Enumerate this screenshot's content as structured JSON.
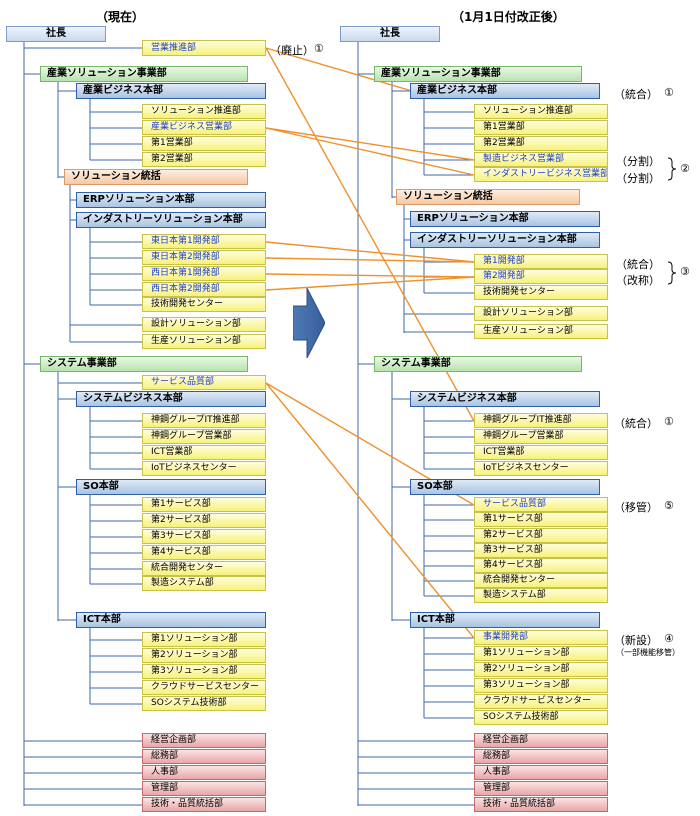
{
  "headers": {
    "current": "（現在）",
    "after": "（1月1日付改正後）"
  },
  "left": {
    "president": "社長",
    "sales_promo": "営業推進部",
    "abolish_note": "（廃止）",
    "abolish_num": "①",
    "div1": "産業ソリューション事業部",
    "ib_hq": "産業ビジネス本部",
    "ib_depts": [
      "ソリューション推進部",
      "産業ビジネス営業部",
      "第1営業部",
      "第2営業部"
    ],
    "sol_toukatsu": "ソリューション統括",
    "erp_hq": "ERPソリューション本部",
    "ind_hq": "インダストリーソリューション本部",
    "ind_depts": [
      "東日本第1開発部",
      "東日本第2開発部",
      "西日本第1開発部",
      "西日本第2開発部",
      "技術開発センター"
    ],
    "design_sol": "設計ソリューション部",
    "prod_sol": "生産ソリューション部",
    "div2": "システム事業部",
    "service_q": "サービス品質部",
    "sb_hq": "システムビジネス本部",
    "sb_depts": [
      "神鋼グループIT推進部",
      "神鋼グループ営業部",
      "ICT営業部",
      "IoTビジネスセンター"
    ],
    "so_hq": "SO本部",
    "so_depts": [
      "第1サービス部",
      "第2サービス部",
      "第3サービス部",
      "第4サービス部",
      "統合開発センター",
      "製造システム部"
    ],
    "ict_hq": "ICT本部",
    "ict_depts": [
      "第1ソリューション部",
      "第2ソリューション部",
      "第3ソリューション部",
      "クラウドサービスセンター",
      "SOシステム技術部"
    ],
    "staff": [
      "経営企画部",
      "総務部",
      "人事部",
      "管理部",
      "技術・品質統括部"
    ]
  },
  "right": {
    "president": "社長",
    "div1": "産業ソリューション事業部",
    "ib_hq": "産業ビジネス本部",
    "ib_depts": [
      "ソリューション推進部",
      "第1営業部",
      "第2営業部",
      "製造ビジネス営業部",
      "インダストリービジネス営業部"
    ],
    "sol_toukatsu": "ソリューション統括",
    "erp_hq": "ERPソリューション本部",
    "ind_hq": "インダストリーソリューション本部",
    "ind_depts": [
      "第1開発部",
      "第2開発部",
      "技術開発センター"
    ],
    "design_sol": "設計ソリューション部",
    "prod_sol": "生産ソリューション部",
    "div2": "システム事業部",
    "sb_hq": "システムビジネス本部",
    "sb_depts": [
      "神鋼グループIT推進部",
      "神鋼グループ営業部",
      "ICT営業部",
      "IoTビジネスセンター"
    ],
    "so_hq": "SO本部",
    "so_depts": [
      "サービス品質部",
      "第1サービス部",
      "第2サービス部",
      "第3サービス部",
      "第4サービス部",
      "統合開発センター",
      "製造システム部"
    ],
    "ict_hq": "ICT本部",
    "ict_depts": [
      "事業開発部",
      "第1ソリューション部",
      "第2ソリューション部",
      "第3ソリューション部",
      "クラウドサービスセンター",
      "SOシステム技術部"
    ],
    "staff": [
      "経営企画部",
      "総務部",
      "人事部",
      "管理部",
      "技術・品質統括部"
    ]
  },
  "notes": {
    "merge1": "（統合）",
    "merge1_num": "①",
    "split_a": "（分割）",
    "split_b": "（分割）",
    "split_num": "②",
    "merge3": "（統合）",
    "rename3": "（改称）",
    "num3": "③",
    "merge_sb": "（統合）",
    "merge_sb_num": "①",
    "transfer": "（移管）",
    "transfer_num": "⑤",
    "new": "（新設）",
    "new_num": "④",
    "new_sub": "（一部機能移管）"
  },
  "colors": {
    "connector": "#f0902a",
    "tree_line": "#3f6aa8",
    "blue_text": "#1e3fc2"
  }
}
